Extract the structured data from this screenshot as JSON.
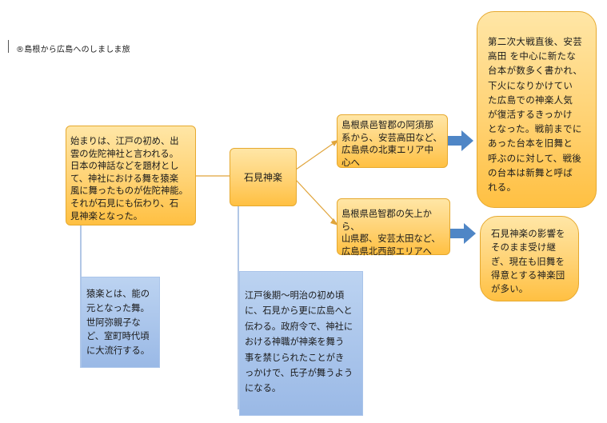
{
  "doc": {
    "title": "®島根から広島へのしましま旅"
  },
  "boxes": {
    "origin": "始まりは、江戸の初め、出\n雲の佐陀神社と言われる。\n日本の神話などを題材とし\nて、神社における舞を猿楽\n風に舞ったものが佐陀神能。\nそれが石見にも伝わり、石\n見神楽となった。",
    "iwami": "石見神楽",
    "north": "島根県邑智郡の阿須那\n系から、安芸高田など、\n広島県の北東エリア中\n心へ",
    "northwest": "島根県邑智郡の矢上から、\n山県郡、安芸太田など、\n広島県北西部エリアへ",
    "shinmai": "第二次大戦直後、安芸\n高田 を中心に新たな\n台本が数多く書かれ、\n下火になりかけてい\nた広島での神楽人気\nが復活するきっかけ\nとなった。戦前までに\nあった台本を旧舞と\n呼ぶのに対して、戦後\nの台本は新舞と呼ば\nれる。",
    "kyumai": "石見神楽の影響を\nそのまま受け継\nぎ、現在も旧舞を\n得意とする神楽団\nが多い。",
    "sarugaku": "猿楽とは、能の\n元となった舞。\n世阿弥親子な\nど、室町時代頃\nに大流行する。",
    "edo_late": "江戸後期～明治の初め頃\nに、石見から更に広島へと\n伝わる。政府令で、神社に\nおける神職が神楽を舞う\n事を禁じられたことがき\nっかけで、氏子が舞うよう\nになる。"
  },
  "colors": {
    "orange_fill": "#ffd273",
    "orange_border": "#e6a92f",
    "blue_fill": "#9ab9e6",
    "arrow": "#4f86c6",
    "connector": "#e0a43a",
    "callout_line": "#7ea2d6"
  }
}
